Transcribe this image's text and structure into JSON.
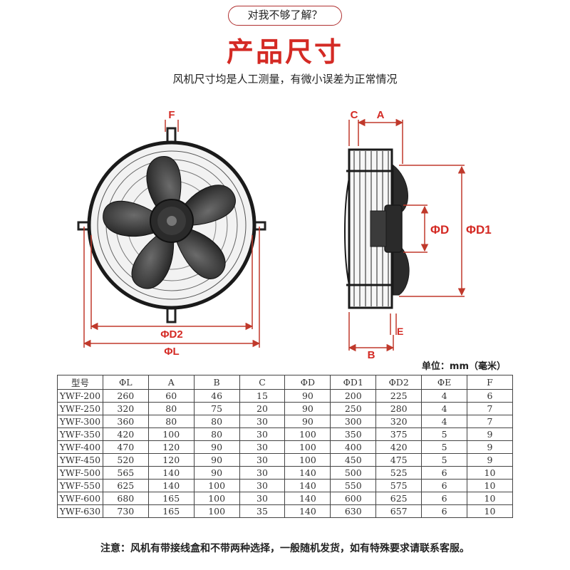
{
  "header": {
    "pill": "对我不够了解？",
    "title": "产品尺寸",
    "subtitle": "风机尺寸均是人工测量，有微小误差为正常情况"
  },
  "diagram_labels": {
    "f": "F",
    "d2": "ΦD2",
    "l": "ΦL",
    "c": "C",
    "a": "A",
    "d": "ΦD",
    "d1": "ΦD1",
    "e": "E",
    "b": "B"
  },
  "colors": {
    "accent": "#d42a24",
    "dimension_line": "#c0392b"
  },
  "unit_label": "单位：mm（毫米）",
  "table": {
    "headers": [
      "型号",
      "ΦL",
      "A",
      "B",
      "C",
      "ΦD",
      "ΦD1",
      "ΦD2",
      "ΦE",
      "F"
    ],
    "rows": [
      [
        "YWF-200",
        "260",
        "60",
        "46",
        "15",
        "90",
        "200",
        "225",
        "4",
        "6"
      ],
      [
        "YWF-250",
        "320",
        "80",
        "75",
        "20",
        "90",
        "250",
        "280",
        "4",
        "7"
      ],
      [
        "YWF-300",
        "360",
        "80",
        "80",
        "30",
        "90",
        "300",
        "320",
        "4",
        "7"
      ],
      [
        "YWF-350",
        "420",
        "100",
        "80",
        "30",
        "100",
        "350",
        "375",
        "5",
        "9"
      ],
      [
        "YWF-400",
        "470",
        "120",
        "90",
        "30",
        "100",
        "400",
        "420",
        "5",
        "9"
      ],
      [
        "YWF-450",
        "520",
        "120",
        "90",
        "30",
        "100",
        "450",
        "475",
        "5",
        "9"
      ],
      [
        "YWF-500",
        "565",
        "140",
        "90",
        "30",
        "140",
        "500",
        "525",
        "6",
        "10"
      ],
      [
        "YWF-550",
        "625",
        "140",
        "100",
        "30",
        "140",
        "550",
        "575",
        "6",
        "10"
      ],
      [
        "YWF-600",
        "680",
        "165",
        "100",
        "30",
        "140",
        "600",
        "625",
        "6",
        "10"
      ],
      [
        "YWF-630",
        "730",
        "165",
        "100",
        "35",
        "140",
        "630",
        "657",
        "6",
        "10"
      ]
    ]
  },
  "note": "注意：风机有带接线盒和不带两种选择，一般随机发货，如有特殊要求请联系客服。"
}
